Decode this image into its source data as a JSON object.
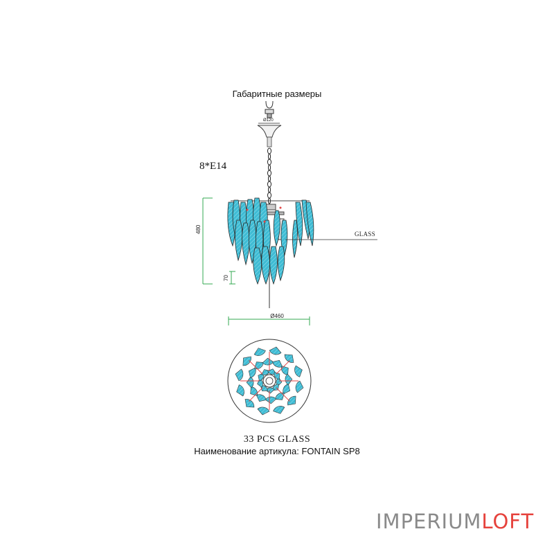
{
  "title": "Габаритные размеры",
  "bulbs": "8*E14",
  "dimensions": {
    "canopy_diameter": "Ø120",
    "height": "480",
    "drop": "70",
    "diameter": "Ø460"
  },
  "glass_label": "GLASS",
  "glass_count": "33 PCS GLASS",
  "article": "Наименование артикула: FONTAIN SP8",
  "logo": {
    "part1": "IMPERIUM",
    "part2": "LOFT"
  },
  "colors": {
    "glass": "#4fc3d8",
    "glass_light": "#a9e4ee",
    "dimension_line": "#33a852",
    "logo_gray": "#8a8a8a",
    "logo_red": "#e6423c"
  }
}
